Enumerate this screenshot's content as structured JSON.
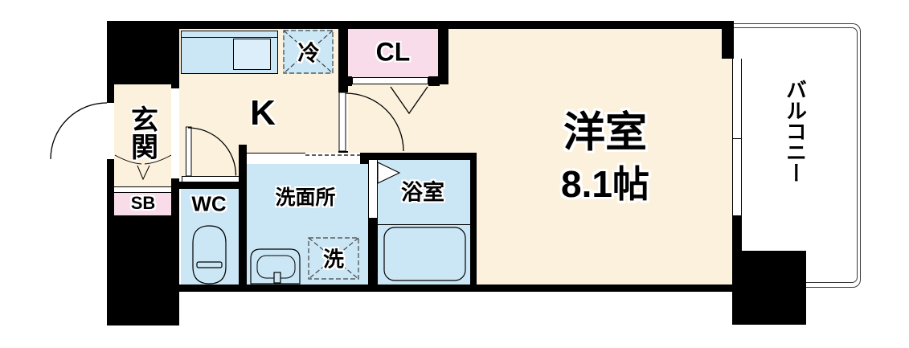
{
  "plan": {
    "rooms": {
      "genkan": "玄関",
      "sb": "SB",
      "kitchen": "K",
      "fridge": "冷",
      "closet": "CL",
      "wc": "WC",
      "washroom": "洗面所",
      "washer": "洗",
      "bathroom": "浴室",
      "main_room": "洋室",
      "main_room_size": "8.1帖",
      "balcony": "バルコニー"
    },
    "colors": {
      "floor_cream": "#FBF1DC",
      "wet_blue": "#CBE7F5",
      "storage_pink": "#F8DCEA",
      "wall_black": "#000000",
      "balcony_line": "#3A3A3A"
    }
  }
}
